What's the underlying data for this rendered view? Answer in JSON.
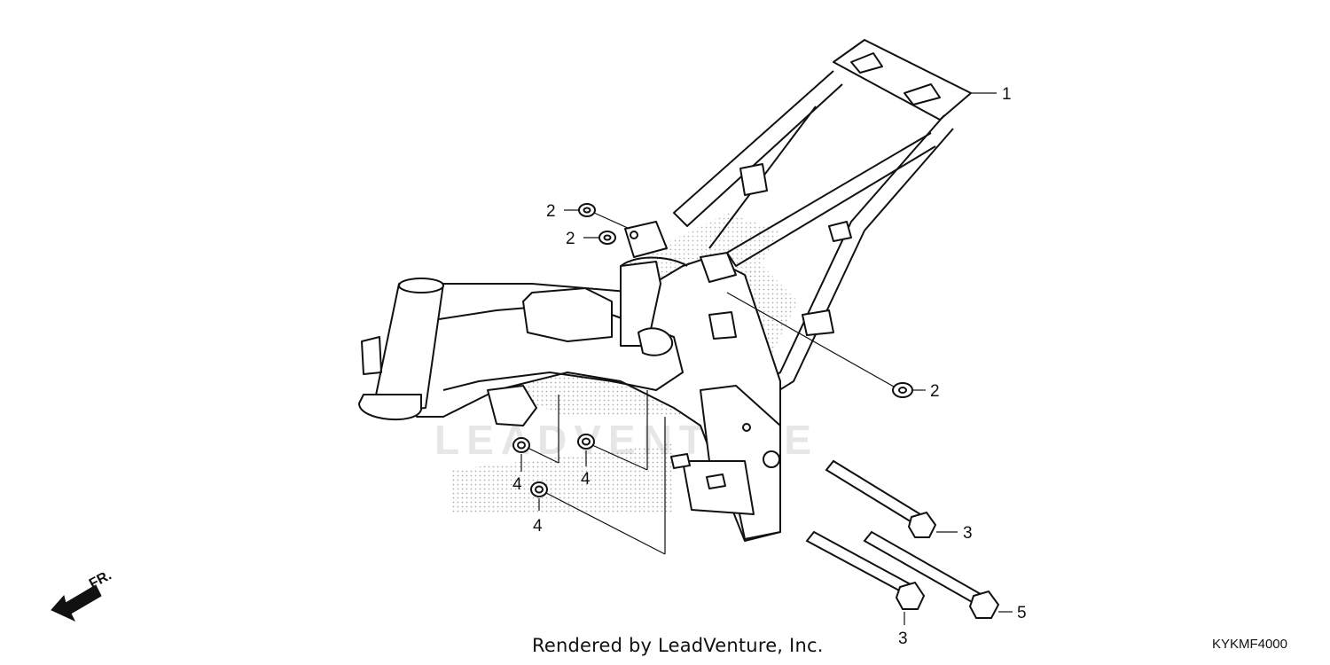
{
  "watermark": "LEADVENTURE",
  "callouts": {
    "c1": "1",
    "c2a": "2",
    "c2b": "2",
    "c2c": "2",
    "c3a": "3",
    "c3b": "3",
    "c4a": "4",
    "c4b": "4",
    "c4c": "4",
    "c5": "5"
  },
  "front_indicator": "FR.",
  "footer": {
    "credit": "Rendered by LeadVenture, Inc.",
    "code": "KYKMF4000"
  }
}
